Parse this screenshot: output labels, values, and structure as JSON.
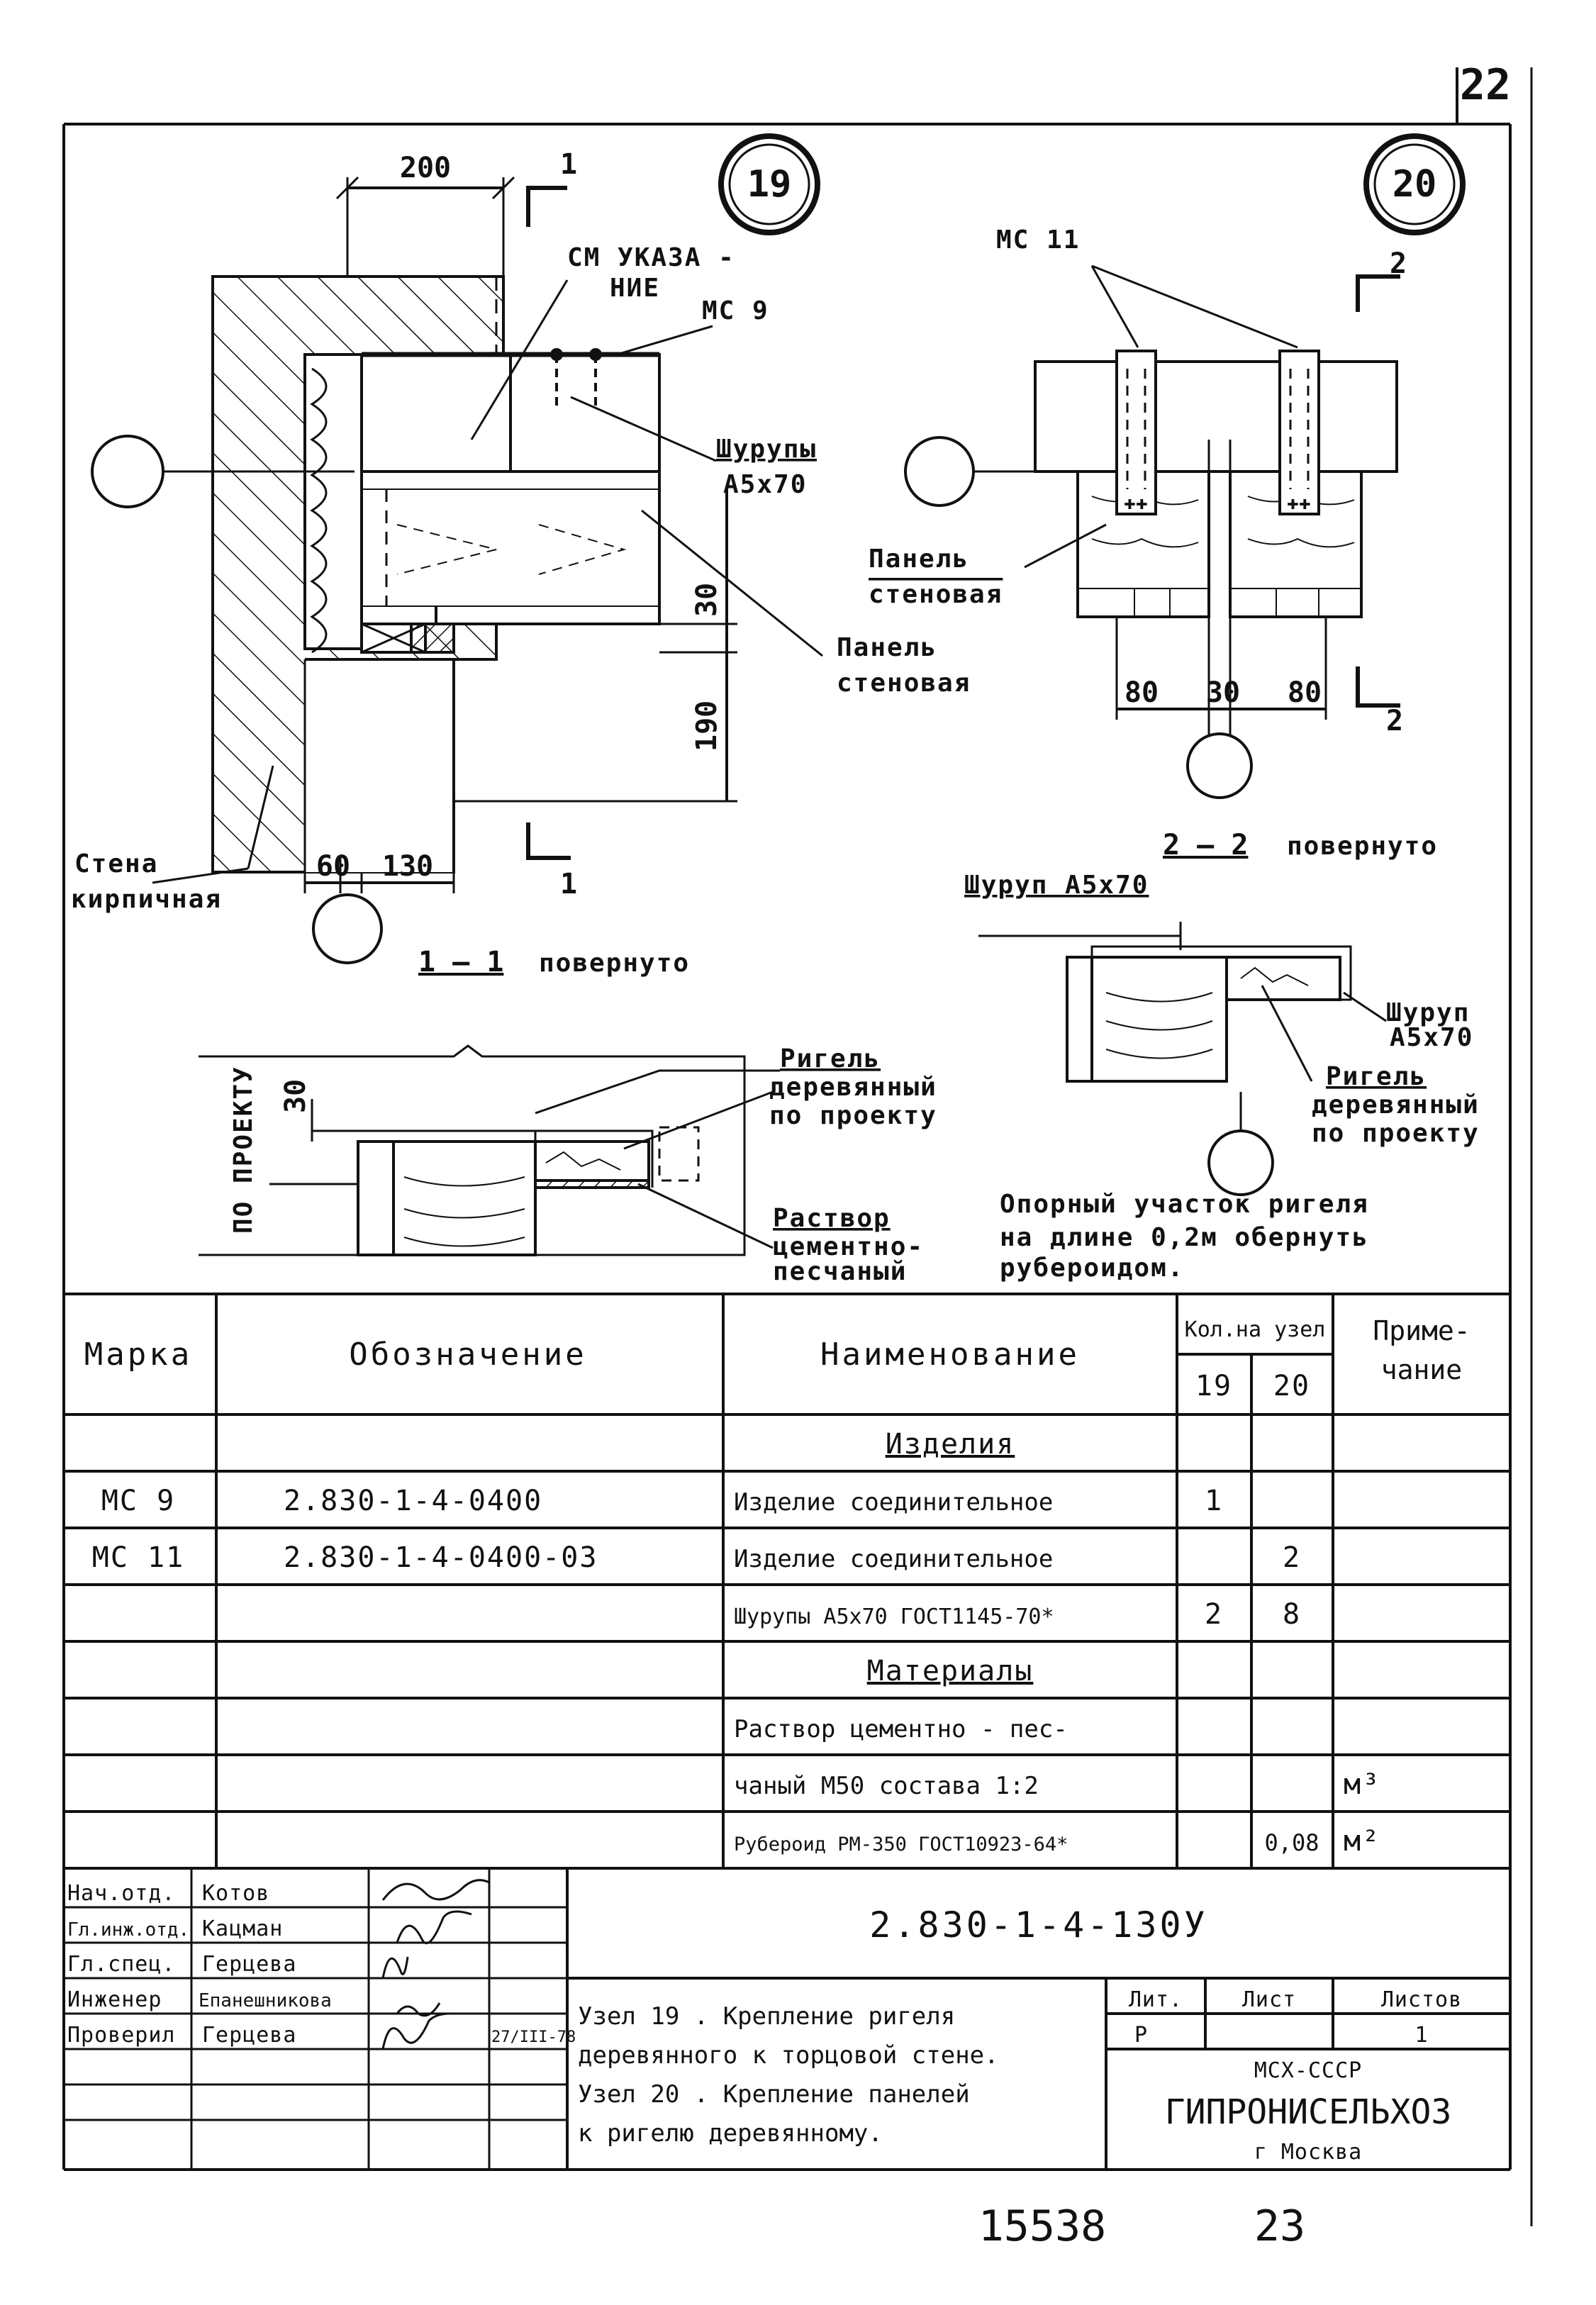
{
  "page_number_top": "22",
  "footer": {
    "inventory_no": "15538",
    "page_no": "23"
  },
  "nodes": {
    "node19": {
      "number": "19"
    },
    "node20": {
      "number": "20"
    }
  },
  "drawing": {
    "dim_200": "200",
    "dim_30": "30",
    "dim_190": "190",
    "dim_60": "60",
    "dim_130": "130",
    "dim_80a": "80",
    "dim_30b": "30",
    "dim_80b": "80",
    "dim_30c": "30",
    "cut1_top": "1",
    "cut1_bottom": "1",
    "cut2_top": "2",
    "cut2_bottom": "2",
    "see_note_l1": "СМ УКАЗА -",
    "see_note_l2": "НИЕ",
    "mc9": "МС 9",
    "mc11": "МС 11",
    "screws_l1": "Шурупы",
    "screws_l2": "А5х70",
    "panel1_l1": "Панель",
    "panel1_l2": "стеновая",
    "panel2_l1": "Панель",
    "panel2_l2": "стеновая",
    "wall_l1": "Стена",
    "wall_l2": "кирпичная",
    "section11": "1 — 1",
    "section11_note": "повернуто",
    "section22": "2 — 2",
    "section22_note": "повернуто",
    "screw_a": "Шуруп А5х70",
    "screw_b_l1": "Шуруп",
    "screw_b_l2": "А5х70",
    "rigel1_l1": "Ригель",
    "rigel1_l2": "деревянный",
    "rigel1_l3": "по проекту",
    "rigel2_l1": "Ригель",
    "rigel2_l2": "деревянный",
    "rigel2_l3": "по проекту",
    "mortar_l1": "Раствор",
    "mortar_l2": "цементно-",
    "mortar_l3": "песчаный",
    "by_project_vert": "ПО ПРОЕКТУ",
    "note_l1": "Опорный участок ригеля",
    "note_l2": "на длине 0,2м обернуть",
    "note_l3": "рубероидом."
  },
  "spec_table": {
    "headers": {
      "mark": "Марка",
      "designation": "Обозначение",
      "name": "Наименование",
      "qty": "Кол.на узел",
      "q19": "19",
      "q20": "20",
      "note_l1": "Приме-",
      "note_l2": "чание"
    },
    "rows": [
      {
        "mark": "",
        "designation": "",
        "name": "Изделия",
        "q19": "",
        "q20": "",
        "note": ""
      },
      {
        "mark": "МС 9",
        "designation": "2.830-1-4-0400",
        "name": "Изделие соединительное",
        "q19": "1",
        "q20": "",
        "note": ""
      },
      {
        "mark": "МС 11",
        "designation": "2.830-1-4-0400-03",
        "name": "Изделие соединительное",
        "q19": "",
        "q20": "2",
        "note": ""
      },
      {
        "mark": "",
        "designation": "",
        "name": "Шурупы А5х70 ГОСТ1145-70*",
        "q19": "2",
        "q20": "8",
        "note": ""
      },
      {
        "mark": "",
        "designation": "",
        "name": "Материалы",
        "q19": "",
        "q20": "",
        "note": ""
      },
      {
        "mark": "",
        "designation": "",
        "name": "Раствор цементно - пес-",
        "q19": "",
        "q20": "",
        "note": ""
      },
      {
        "mark": "",
        "designation": "",
        "name": "чаный М50 состава 1:2",
        "q19": "",
        "q20": "",
        "note": "м³"
      },
      {
        "mark": "",
        "designation": "",
        "name": "Рубероид РМ-350 ГОСТ10923-64*",
        "q19": "",
        "q20": "0,08",
        "note": "м²"
      }
    ]
  },
  "title_block": {
    "roles": [
      {
        "role": "Нач.отд.",
        "name": "Котов"
      },
      {
        "role": "Гл.инж.отд.",
        "name": "Кацман"
      },
      {
        "role": "Гл.спец.",
        "name": "Герцева"
      },
      {
        "role": "Инженер",
        "name": "Епанешникова"
      },
      {
        "role": "Проверил",
        "name": "Герцева"
      }
    ],
    "date": "27/III-78",
    "doc_code": "2.830-1-4-130У",
    "title_l1": "Узел 19 . Крепление ригеля",
    "title_l2": "деревянного к торцовой стене.",
    "title_l3": "Узел 20 . Крепление панелей",
    "title_l4": "к ригелю деревянному.",
    "lit_label": "Лит.",
    "sheet_label": "Лист",
    "sheets_label": "Листов",
    "lit_value": "Р",
    "sheet_value": "",
    "sheets_value": "1",
    "org_l1": "МСХ-СССР",
    "org_l2": "ГИПРОНИСЕЛЬХОЗ",
    "org_l3": "г Москва"
  }
}
